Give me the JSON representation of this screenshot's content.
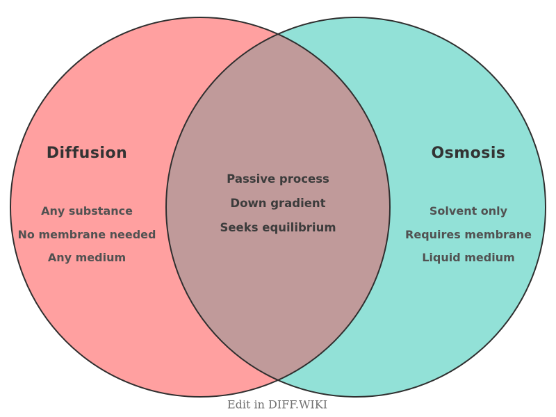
{
  "colors": {
    "left_fill": "#FFA0A0",
    "right_fill": "#92E1D7",
    "overlap_fill": "#C09A9A",
    "outline": "#2F2F2F"
  },
  "left_circle": {
    "title": "Diffusion",
    "items": [
      "Any substance",
      "No membrane needed",
      "Any medium"
    ]
  },
  "right_circle": {
    "title": "Osmosis",
    "items": [
      "Solvent only",
      "Requires membrane",
      "Liquid medium"
    ]
  },
  "overlap": {
    "items": [
      "Passive process",
      "Down gradient",
      "Seeks equilibrium"
    ]
  },
  "footer": {
    "label": "Edit in DIFF.WIKI"
  }
}
